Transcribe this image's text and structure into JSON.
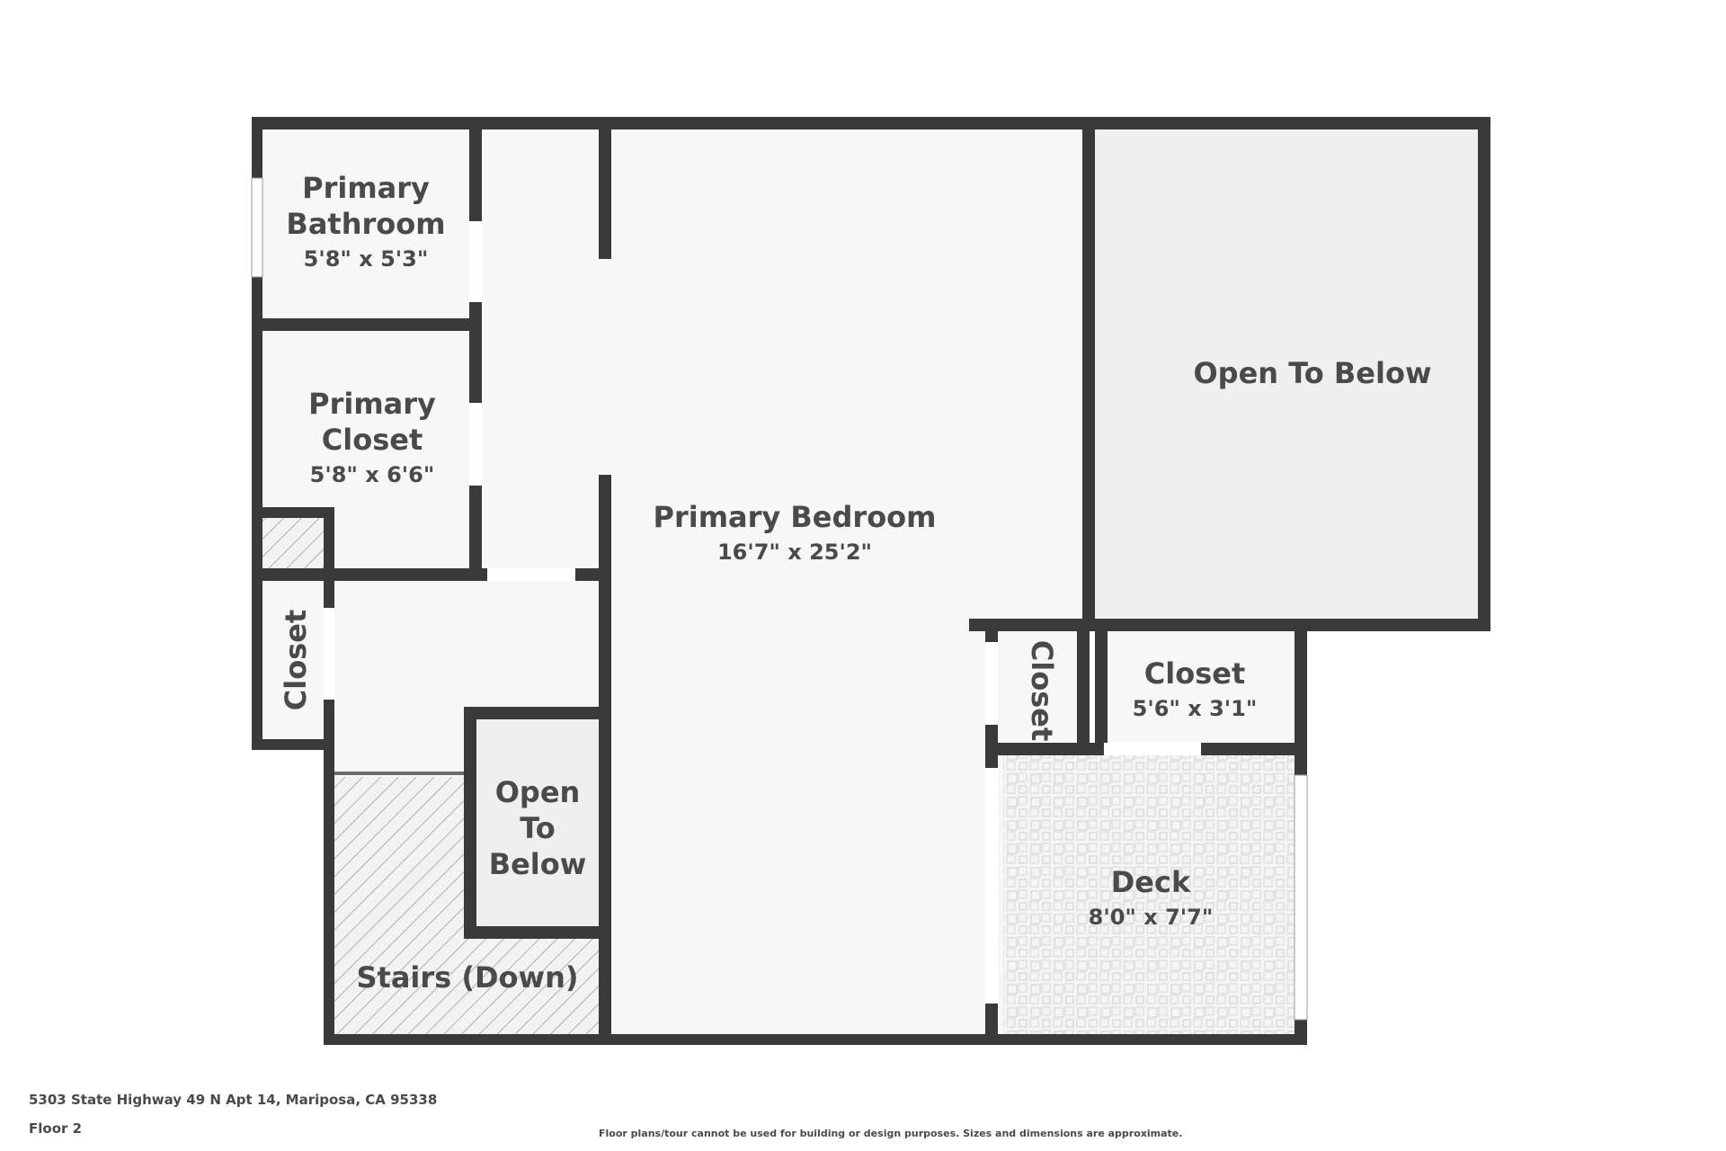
{
  "rooms": {
    "primary_bathroom": {
      "name_line1": "Primary",
      "name_line2": "Bathroom",
      "dimensions": "5'8\" x 5'3\""
    },
    "primary_closet": {
      "name_line1": "Primary",
      "name_line2": "Closet",
      "dimensions": "5'8\" x 6'6\""
    },
    "primary_bedroom": {
      "name": "Primary Bedroom",
      "dimensions": "16'7\" x 25'2\""
    },
    "open_to_below_large": {
      "name": "Open To Below"
    },
    "closet_left": {
      "name": "Closet"
    },
    "closet_vertical": {
      "name": "Closet"
    },
    "closet_right": {
      "name": "Closet",
      "dimensions": "5'6\" x 3'1\""
    },
    "open_to_below_small": {
      "line1": "Open",
      "line2": "To",
      "line3": "Below"
    },
    "stairs": {
      "name": "Stairs (Down)"
    },
    "deck": {
      "name": "Deck",
      "dimensions": "8'0\" x 7'7\""
    }
  },
  "footer": {
    "address": "5303 State Highway 49 N Apt 14, Mariposa, CA 95338",
    "floor": "Floor 2",
    "disclaimer": "Floor plans/tour cannot be used for building or design purposes. Sizes and dimensions are approximate."
  },
  "colors": {
    "wall": "#3a3a3a",
    "floor_fill": "#f7f7f7",
    "open_area_fill": "#efefef",
    "text": "#4a4a4a"
  }
}
